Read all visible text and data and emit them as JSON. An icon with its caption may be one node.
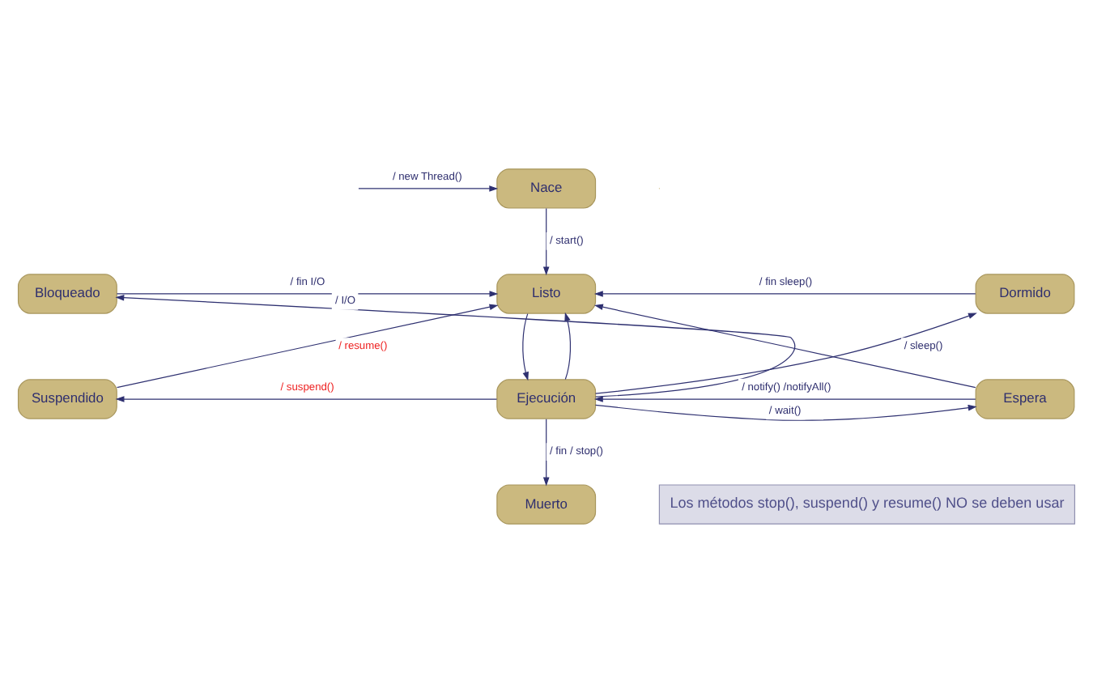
{
  "diagram": {
    "nodes": [
      {
        "text": [
          "Nace"
        ]
      },
      {
        "text": [
          "Bloqueado"
        ]
      },
      {
        "text": [
          "Listo"
        ]
      },
      {
        "text": [
          "Dormido"
        ]
      },
      {
        "text": [
          "Suspendido"
        ]
      },
      {
        "text": [
          "Ejecución"
        ]
      },
      {
        "text": [
          "Espera"
        ]
      },
      {
        "text": [
          "Muerto"
        ]
      }
    ],
    "edges": [
      {
        "from": null,
        "to": 0,
        "arrow": "to",
        "label": "/ new Thread()"
      },
      {
        "from": 0,
        "to": 2,
        "arrow": "to",
        "label": "/ start()"
      },
      {
        "from": 1,
        "to": 2,
        "arrow": "to",
        "label": "/ fin I/O"
      },
      {
        "from": 3,
        "to": 2,
        "arrow": "to",
        "label": "/ fin sleep()"
      },
      {
        "from": 5,
        "to": 1,
        "arrow": "to",
        "label": "/ I/O"
      },
      {
        "from": 4,
        "to": 2,
        "arrow": "to",
        "label": "/ resume()"
      },
      {
        "from": 5,
        "to": 2,
        "arrow": "to"
      },
      {
        "from": 2,
        "to": 5,
        "arrow": "to"
      },
      {
        "from": 5,
        "to": 4,
        "arrow": "to",
        "label": "/ suspend()"
      },
      {
        "from": 5,
        "to": 3,
        "arrow": "to",
        "label": "/ sleep()"
      },
      {
        "from": 6,
        "to": 2,
        "arrow": "to"
      },
      {
        "from": 5,
        "to": 6,
        "arrow": "to",
        "label": "/ wait()"
      },
      {
        "from": 6,
        "to": 5,
        "arrow": "to",
        "label": "/ notify() /notifyAll()"
      },
      {
        "from": 5,
        "to": 7,
        "arrow": "to",
        "label": "/ fin / stop()"
      }
    ],
    "labels": [
      "Los métodos stop(), suspend() y resume() NO se deben usar"
    ]
  }
}
